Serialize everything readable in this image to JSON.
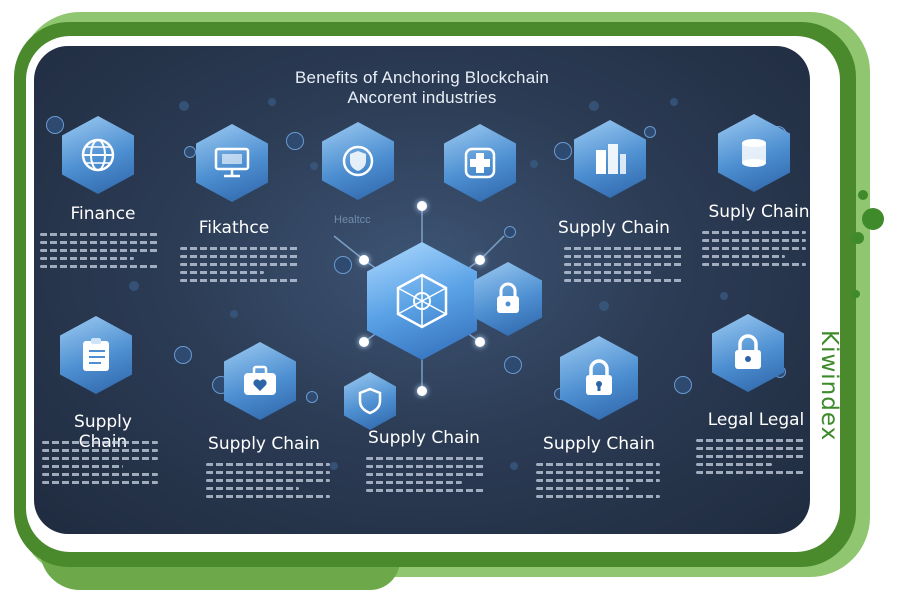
{
  "infographic": {
    "title_line1": "Benefits of Anchoring Blockchain",
    "title_line2": "Aɴcorent industries",
    "watermark": "Healtcc",
    "cards": [
      {
        "label": "Finance",
        "icon": "globe-network-icon"
      },
      {
        "label": "Fikathce",
        "icon": "monitor-icon"
      },
      {
        "label": "",
        "icon": "shield-check-icon"
      },
      {
        "label": "",
        "icon": "medical-cross-icon"
      },
      {
        "label": "Supply Chain",
        "icon": "buildings-icon"
      },
      {
        "label": "Suply Chain",
        "icon": "database-icon"
      },
      {
        "label": "Supply Chain",
        "icon": "clipboard-checklist-icon"
      },
      {
        "label": "Supply Chain",
        "icon": "briefcase-heart-icon"
      },
      {
        "label": "Supply Chain",
        "icon": "hexagon-shield-icon"
      },
      {
        "label": "Supply Chain",
        "icon": "padlock-icon"
      },
      {
        "label": "Legal Legal",
        "icon": "padlock-icon"
      }
    ],
    "center_icon": "blockchain-network-icon",
    "side_icon": "padlock-icon"
  },
  "brand": {
    "name": "Kiwindex",
    "color": "#3d8a2a"
  },
  "colors": {
    "frame": "#4a8a2c",
    "frame_light": "#8fc66f",
    "panel": "#2c3c55",
    "accent": "#5aa2e6"
  }
}
